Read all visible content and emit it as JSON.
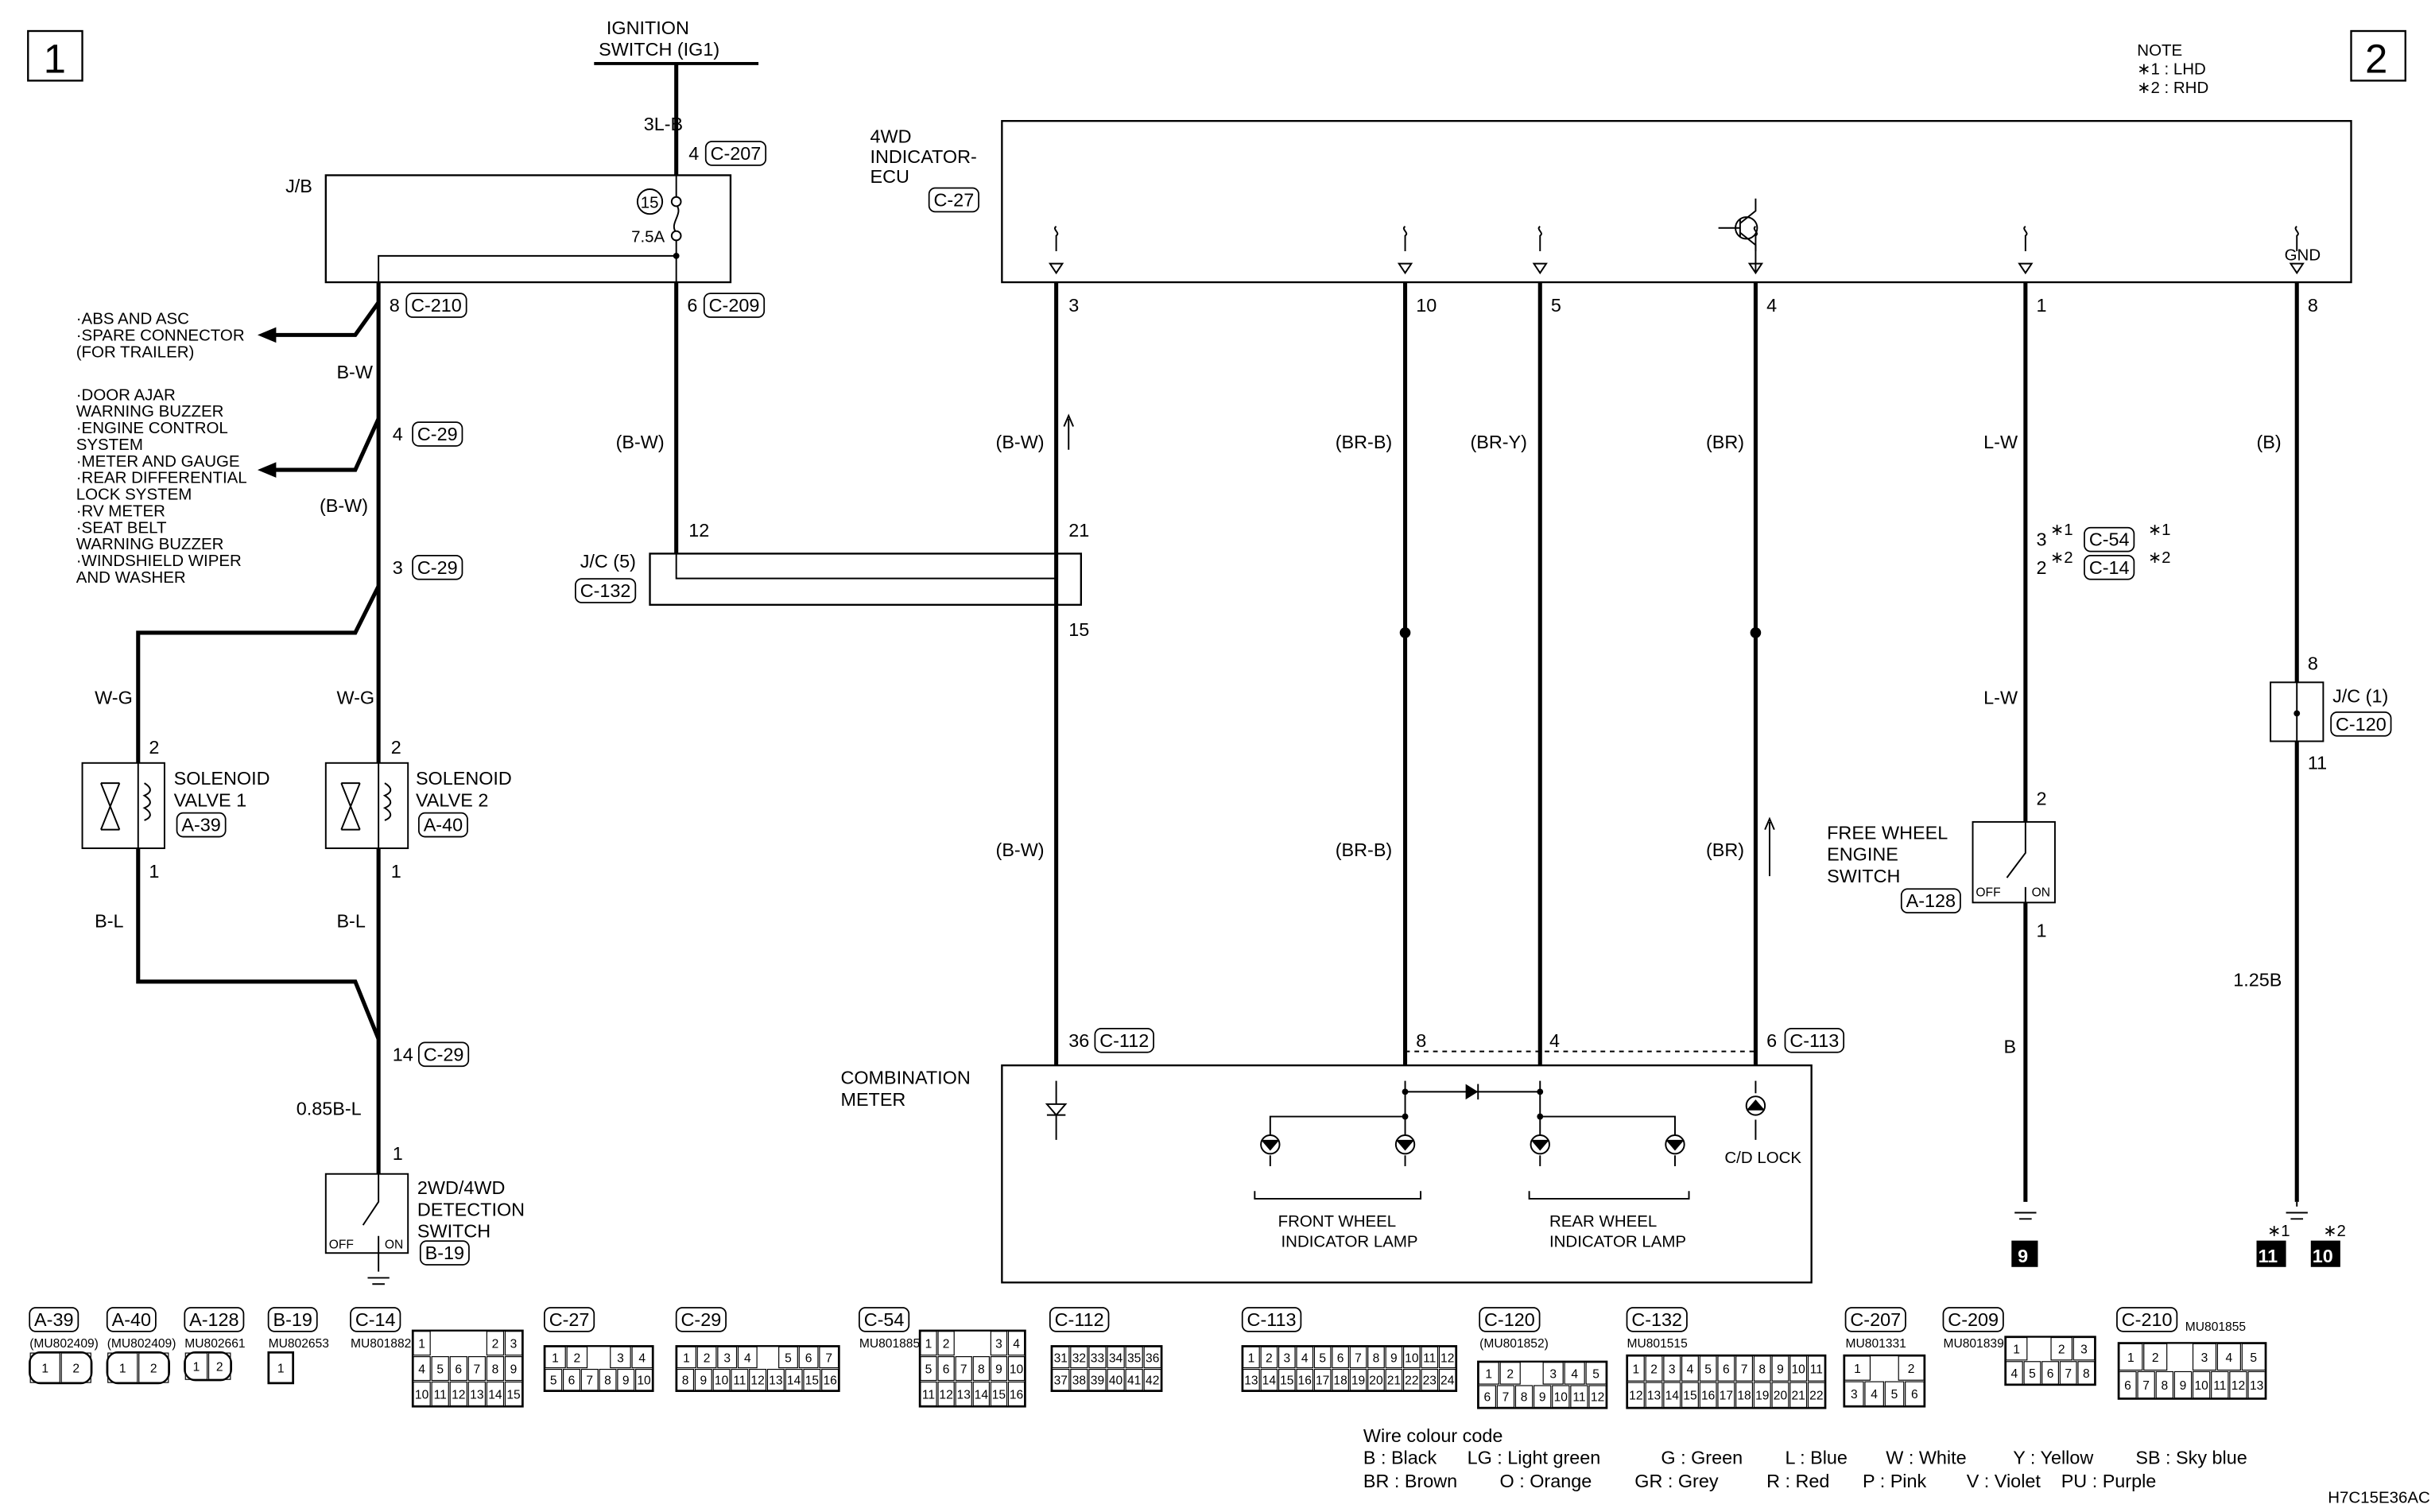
{
  "page_markers": {
    "left": "1",
    "right": "2"
  },
  "note": {
    "title": "NOTE",
    "lines": [
      "∗1 : LHD",
      "∗2 : RHD"
    ]
  },
  "ignition": {
    "line1": "IGNITION",
    "line2": "SWITCH (IG1)",
    "wire": "3L-B",
    "pin": "4",
    "conn": "C-207"
  },
  "jb": {
    "label": "J/B",
    "fuse_no": "15",
    "fuse_rating": "7.5A",
    "pin_left": "8",
    "conn_left": "C-210",
    "pin_right": "6",
    "conn_right": "C-209"
  },
  "branch1": {
    "lines": [
      "·ABS AND ASC",
      "·SPARE CONNECTOR",
      " (FOR TRAILER)"
    ]
  },
  "branch2": {
    "lines": [
      "·DOOR AJAR",
      " WARNING BUZZER",
      "·ENGINE CONTROL",
      " SYSTEM",
      "·METER AND GAUGE",
      "·REAR DIFFERENTIAL",
      " LOCK SYSTEM",
      "·RV METER",
      "·SEAT BELT",
      " WARNING BUZZER",
      "·WINDSHIELD WIPER",
      " AND WASHER"
    ]
  },
  "left_chain": {
    "wire1": "B-W",
    "c29a_pin": "4",
    "c29a": "C-29",
    "wire2": "(B-W)",
    "c29b_pin": "3",
    "c29b": "C-29",
    "wg1": "W-G",
    "wg2": "W-G",
    "sv1_pin_top": "2",
    "sv2_pin_top": "2",
    "sv1_pin_bot": "1",
    "sv2_pin_bot": "1",
    "bl1": "B-L",
    "bl2": "B-L",
    "c29c_pin": "14",
    "c29c": "C-29",
    "wire3": "0.85B-L",
    "sw_pin": "1"
  },
  "solenoid1": {
    "line1": "SOLENOID",
    "line2": "VALVE 1",
    "conn": "A-39"
  },
  "solenoid2": {
    "line1": "SOLENOID",
    "line2": "VALVE 2",
    "conn": "A-40"
  },
  "detect_switch": {
    "line1": "2WD/4WD",
    "line2": "DETECTION",
    "line3": "SWITCH",
    "conn": "B-19",
    "off": "OFF",
    "on": "ON"
  },
  "jb_wire": {
    "color": "(B-W)",
    "jc_pin_in": "12"
  },
  "jc5": {
    "label": "J/C (5)",
    "conn": "C-132",
    "pin_in": "21",
    "pin_out": "15"
  },
  "ecu": {
    "line1": "4WD",
    "line2": "INDICATOR-",
    "line3": "ECU",
    "conn": "C-27",
    "gnd": "GND",
    "pins": [
      "3",
      "10",
      "5",
      "4",
      "1",
      "8"
    ]
  },
  "wires": {
    "w3_top": "(B-W)",
    "w3_bot": "(B-W)",
    "w10_top": "(BR-B)",
    "w10_bot": "(BR-B)",
    "w5_top": "(BR-Y)",
    "w4_top": "(BR)",
    "w4_bot": "(BR)",
    "w1_top": "L-W",
    "w1_mid": "L-W",
    "w1_bot": "B",
    "w8_top": "(B)",
    "w8_bot": "1.25B"
  },
  "c54": {
    "pin": "3",
    "mark1": "∗1",
    "conn": "C-54",
    "mark1b": "∗1"
  },
  "c14": {
    "pin": "2",
    "mark2": "∗2",
    "conn": "C-14",
    "mark2b": "∗2"
  },
  "free_wheel": {
    "line1": "FREE WHEEL",
    "line2": "ENGINE",
    "line3": "SWITCH",
    "conn": "A-128",
    "pin_top": "2",
    "pin_bot": "1",
    "off": "OFF",
    "on": "ON"
  },
  "jc1": {
    "label": "J/C (1)",
    "conn": "C-120",
    "pin_in": "8",
    "pin_out": "11"
  },
  "grounds": {
    "g9": "9",
    "g11": "11",
    "g10": "10",
    "m1": "∗1",
    "m2": "∗2"
  },
  "meter": {
    "line1": "COMBINATION",
    "line2": "METER",
    "pin36": "36",
    "conn112": "C-112",
    "pin8": "8",
    "pin4": "4",
    "pin6": "6",
    "conn113": "C-113",
    "front1": "FRONT WHEEL",
    "front2": "INDICATOR LAMP",
    "rear1": "REAR WHEEL",
    "rear2": "INDICATOR LAMP",
    "cd": "C/D LOCK"
  },
  "connectors": [
    {
      "id": "A-39",
      "part": "(MU802409)",
      "rows": [
        [
          "1",
          "2"
        ]
      ]
    },
    {
      "id": "A-40",
      "part": "(MU802409)",
      "rows": [
        [
          "1",
          "2"
        ]
      ]
    },
    {
      "id": "A-128",
      "part": "MU802661",
      "rows": [
        [
          "1",
          "2"
        ]
      ]
    },
    {
      "id": "B-19",
      "part": "MU802653",
      "rows": [
        [
          "1"
        ]
      ]
    },
    {
      "id": "C-14",
      "part": "MU801882",
      "rows": [
        [
          "1",
          "",
          "",
          "",
          "2",
          "3"
        ],
        [
          "4",
          "5",
          "6",
          "7",
          "8",
          "9"
        ],
        [
          "10",
          "11",
          "12",
          "13",
          "14",
          "15"
        ]
      ]
    },
    {
      "id": "C-27",
      "part": "",
      "rows": [
        [
          "1",
          "2",
          "",
          "3",
          "4"
        ],
        [
          "5",
          "6",
          "7",
          "8",
          "9",
          "10"
        ]
      ]
    },
    {
      "id": "C-29",
      "part": "",
      "rows": [
        [
          "1",
          "2",
          "3",
          "4",
          "",
          "5",
          "6",
          "7"
        ],
        [
          "8",
          "9",
          "10",
          "11",
          "12",
          "13",
          "14",
          "15",
          "16"
        ]
      ]
    },
    {
      "id": "C-54",
      "part": "MU801885",
      "rows": [
        [
          "1",
          "2",
          "",
          "",
          "3",
          "4"
        ],
        [
          "5",
          "6",
          "7",
          "8",
          "9",
          "10"
        ],
        [
          "11",
          "12",
          "13",
          "14",
          "15",
          "16"
        ]
      ]
    },
    {
      "id": "C-112",
      "part": "",
      "rows": [
        [
          "31",
          "32",
          "33",
          "34",
          "35",
          "36"
        ],
        [
          "37",
          "38",
          "39",
          "40",
          "41",
          "42"
        ]
      ]
    },
    {
      "id": "C-113",
      "part": "",
      "rows": [
        [
          "1",
          "2",
          "3",
          "4",
          "5",
          "6",
          "7",
          "8",
          "9",
          "10",
          "11",
          "12"
        ],
        [
          "13",
          "14",
          "15",
          "16",
          "17",
          "18",
          "19",
          "20",
          "21",
          "22",
          "23",
          "24"
        ]
      ]
    },
    {
      "id": "C-120",
      "part": "(MU801852)",
      "rows": [
        [
          "1",
          "2",
          "",
          "3",
          "4",
          "5"
        ],
        [
          "6",
          "7",
          "8",
          "9",
          "10",
          "11",
          "12"
        ]
      ]
    },
    {
      "id": "C-132",
      "part": "MU801515",
      "rows": [
        [
          "1",
          "2",
          "3",
          "4",
          "5",
          "6",
          "7",
          "8",
          "9",
          "10",
          "11"
        ],
        [
          "12",
          "13",
          "14",
          "15",
          "16",
          "17",
          "18",
          "19",
          "20",
          "21",
          "22"
        ]
      ]
    },
    {
      "id": "C-207",
      "part": "MU801331",
      "rows": [
        [
          "1",
          "",
          "2"
        ],
        [
          "3",
          "4",
          "5",
          "6"
        ]
      ]
    },
    {
      "id": "C-209",
      "part": "MU801839",
      "rows": [
        [
          "1",
          "",
          "2",
          "3"
        ],
        [
          "4",
          "5",
          "6",
          "7",
          "8"
        ]
      ]
    },
    {
      "id": "C-210",
      "part": "MU801855",
      "rows": [
        [
          "1",
          "2",
          "",
          "3",
          "4",
          "5"
        ],
        [
          "6",
          "7",
          "8",
          "9",
          "10",
          "11",
          "12",
          "13"
        ]
      ]
    }
  ],
  "colour_code": {
    "title": "Wire colour code",
    "row1": [
      "B : Black",
      "LG : Light green",
      "G : Green",
      "L : Blue",
      "W : White",
      "Y : Yellow",
      "SB : Sky blue"
    ],
    "row2": [
      "BR : Brown",
      "O : Orange",
      "GR : Grey",
      "R : Red",
      "P : Pink",
      "V : Violet",
      "PU : Purple"
    ]
  },
  "figure_id": "H7C15E36AC"
}
